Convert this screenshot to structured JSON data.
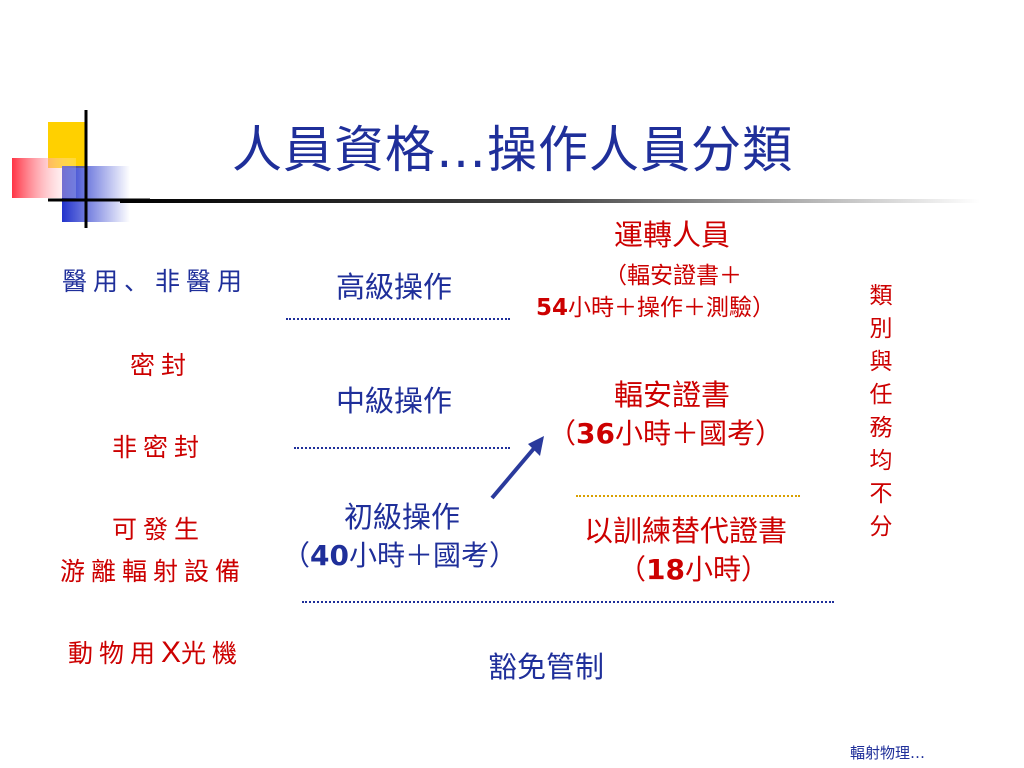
{
  "title": "人員資格…操作人員分類",
  "left_labels": {
    "medical": "醫用、非醫用",
    "sealed": "密封",
    "unsealed": "非密封",
    "generator_1": "可發生",
    "generator_2": "游離輻射設備",
    "animal_pre": "動物用",
    "animal_x": "X",
    "animal_post": "光機"
  },
  "middle": {
    "advanced": "高級操作",
    "intermediate": "中級操作",
    "basic": "初級操作",
    "basic_req_open": "（",
    "basic_req_num": "40",
    "basic_req_rest": "小時＋國考）",
    "exempt": "豁免管制"
  },
  "right": {
    "operator_title": "運轉人員",
    "operator_line1": "（輻安證書＋",
    "operator_line2_num": "54",
    "operator_line2_rest": "小時＋操作＋測驗）",
    "cert_title": "輻安證書",
    "cert_req_open": "（",
    "cert_req_num": "36",
    "cert_req_rest": "小時＋國考）",
    "training_title": "以訓練替代證書",
    "training_req_open": "（",
    "training_req_num": "18",
    "training_req_rest": "小時）"
  },
  "vertical_note": "類別與任務均不分",
  "footer": "輻射物理…",
  "colors": {
    "navy": "#1f2f9a",
    "red": "#cc0000",
    "yellow": "#ffd000",
    "blue": "#3344cc",
    "pink": "#ff6677"
  }
}
